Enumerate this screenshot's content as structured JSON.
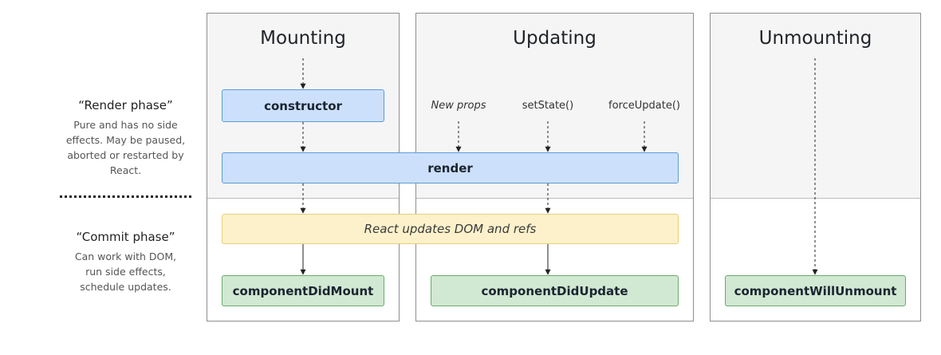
{
  "columns": {
    "mounting": {
      "title": "Mounting"
    },
    "updating": {
      "title": "Updating"
    },
    "unmounting": {
      "title": "Unmounting"
    }
  },
  "boxes": {
    "constructor": "constructor",
    "render": "render",
    "dom_update": "React updates DOM and refs",
    "did_mount": "componentDidMount",
    "did_update": "componentDidUpdate",
    "will_unmount": "componentWillUnmount"
  },
  "triggers": {
    "new_props": "New props",
    "set_state": "setState()",
    "force_update": "forceUpdate()"
  },
  "phases": {
    "render": {
      "title": "“Render phase”",
      "lines": [
        "Pure and has no side",
        "effects. May be paused,",
        "aborted or restarted by",
        "React."
      ]
    },
    "commit": {
      "title": "“Commit phase”",
      "lines": [
        "Can work with DOM,",
        "run side effects,",
        "schedule updates."
      ]
    }
  },
  "colors": {
    "render_box": "#cce0fb",
    "commit_box": "#d1e8d2",
    "dom_box": "#fdf1cc",
    "phase_bg": "#f5f5f5"
  }
}
